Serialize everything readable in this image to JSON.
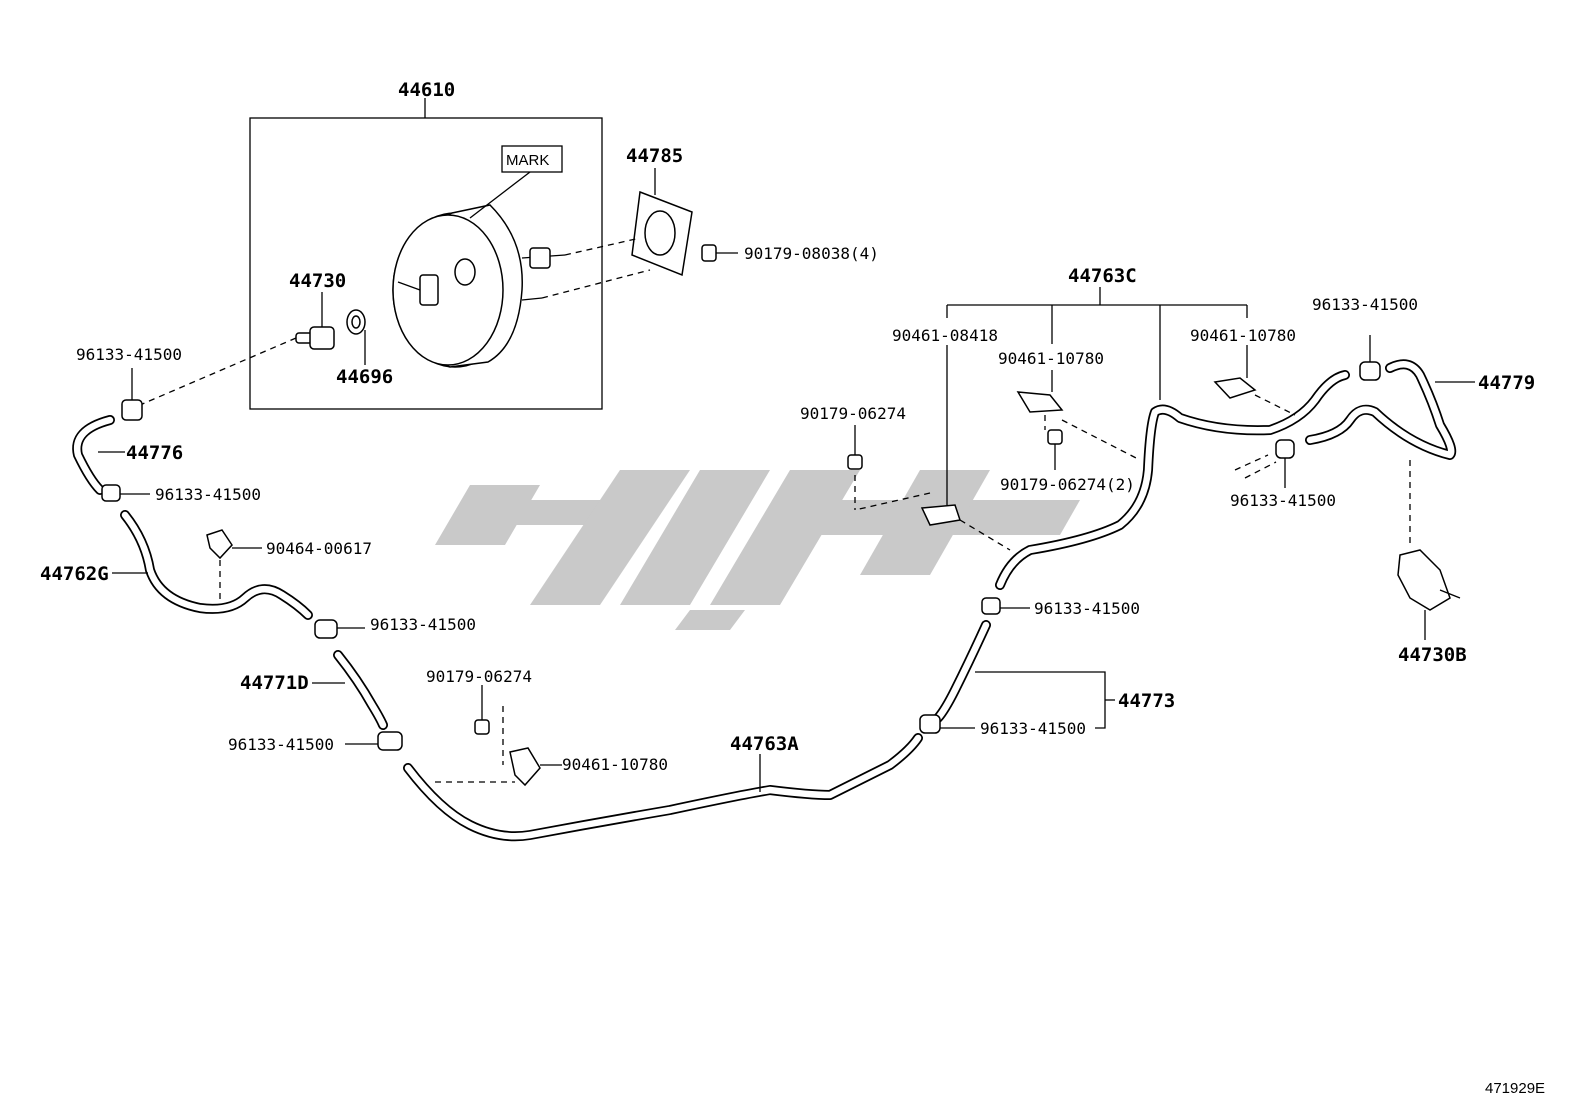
{
  "diagram": {
    "reference_code": "471929E",
    "mark_label": "MARK",
    "labels": {
      "p44610": "44610",
      "p44785": "44785",
      "p90179_08038": "90179-08038(4)",
      "p44730": "44730",
      "p44696": "44696",
      "p96133_a": "96133-41500",
      "p44776": "44776",
      "p96133_b": "96133-41500",
      "p90464_00617": "90464-00617",
      "p44762g": "44762G",
      "p96133_c": "96133-41500",
      "p44771d": "44771D",
      "p96133_d": "96133-41500",
      "p90179_06274_a": "90179-06274",
      "p90461_10780_a": "90461-10780",
      "p44763a": "44763A",
      "p44763c": "44763C",
      "p90461_08418": "90461-08418",
      "p90461_10780_b": "90461-10780",
      "p90461_10780_c": "90461-10780",
      "p90179_06274_b": "90179-06274",
      "p90179_06274_2": "90179-06274(2)",
      "p96133_e": "96133-41500",
      "p44779": "44779",
      "p96133_f": "96133-41500",
      "p44730b": "44730B",
      "p96133_g": "96133-41500",
      "p44773": "44773",
      "p96133_h": "96133-41500"
    }
  }
}
